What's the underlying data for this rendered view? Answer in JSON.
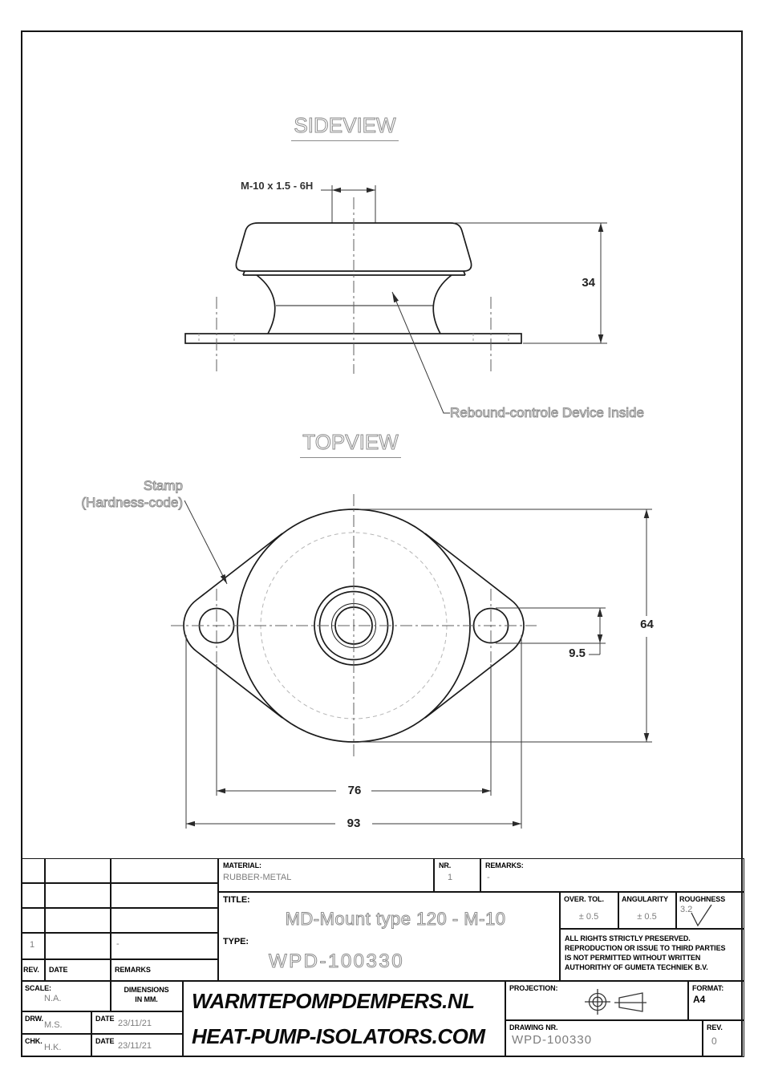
{
  "colors": {
    "ink": "#1b1b1b",
    "dim_lines": "#3a3a3a",
    "muted_text": "#7d7d7d",
    "outline_text": "#8b8b8b"
  },
  "sideview": {
    "title": "SIDEVIEW",
    "thread_label": "M-10 x 1.5 - 6H",
    "height_dim": "34",
    "callout": "Rebound-controle Device Inside"
  },
  "topview": {
    "title": "TOPVIEW",
    "stamp_line1": "Stamp",
    "stamp_line2": "(Hardness-code)",
    "outer_dim": "64",
    "hole_dim": "9.5",
    "pitch_dim": "76",
    "overall_dim": "93"
  },
  "title_block": {
    "material_label": "MATERIAL:",
    "material_value": "RUBBER-METAL",
    "nr_label": "NR.",
    "nr_value": "1",
    "remarks_label": "REMARKS:",
    "remarks_value": "-",
    "title_label": "TITLE:",
    "title_value": "MD-Mount type 120 - M-10",
    "type_label": "TYPE:",
    "type_value": "WPD-100330",
    "over_tol_label": "OVER. TOL.",
    "over_tol_value": "± 0.5",
    "angularity_label": "ANGULARITY",
    "angularity_value": "± 0.5",
    "roughness_label": "ROUGHNESS",
    "roughness_value": "3.2",
    "rights_line1": "ALL RIGHTS STRICTLY PRESERVED.",
    "rights_line2": "REPRODUCTION OR ISSUE TO THIRD PARTIES",
    "rights_line3": "IS NOT PERMITTED WITHOUT WRITTEN",
    "rights_line4": "AUTHORITHY OF GUMETA TECHNIEK B.V.",
    "rev_header_rev": "REV.",
    "rev_header_date": "DATE",
    "rev_header_remarks": "REMARKS",
    "rev_row_rev": "1",
    "rev_row_remarks": "-",
    "scale_label": "SCALE:",
    "scale_value": "N.A.",
    "dim_note_line1": "DIMENSIONS",
    "dim_note_line2": "IN MM.",
    "drw_label": "DRW.",
    "drw_value": "M.S.",
    "chk_label": "CHK.",
    "chk_value": "H.K.",
    "date_label": "DATE",
    "drw_date": "23/11/21",
    "chk_date": "23/11/21",
    "brand_line1": "WARMTEPOMPDEMPERS.NL",
    "brand_line2": "HEAT-PUMP-ISOLATORS.COM",
    "projection_label": "PROJECTION:",
    "format_label": "FORMAT:",
    "format_value": "A4",
    "drawing_nr_label": "DRAWING NR.",
    "drawing_nr_value": "WPD-100330",
    "rev_label": "REV.",
    "rev_value": "0"
  }
}
